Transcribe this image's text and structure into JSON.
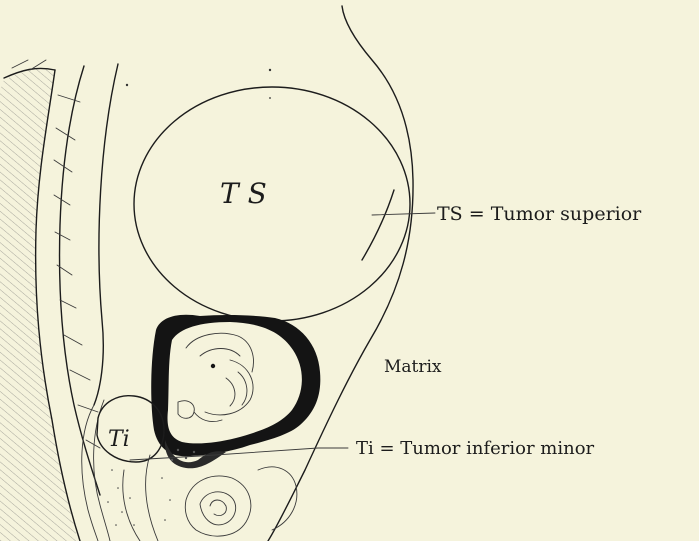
{
  "figure": {
    "label_ts_inside": "T S",
    "label_ti_inside": "Ti",
    "legend_ts": "TS = Tumor superior",
    "legend_matrix": "Matrix",
    "legend_ti": "Ti = Tumor inferior minor"
  },
  "colors": {
    "background": "#f5f3dc",
    "ink": "#1c1c1c",
    "dark_mass": "#141414"
  }
}
